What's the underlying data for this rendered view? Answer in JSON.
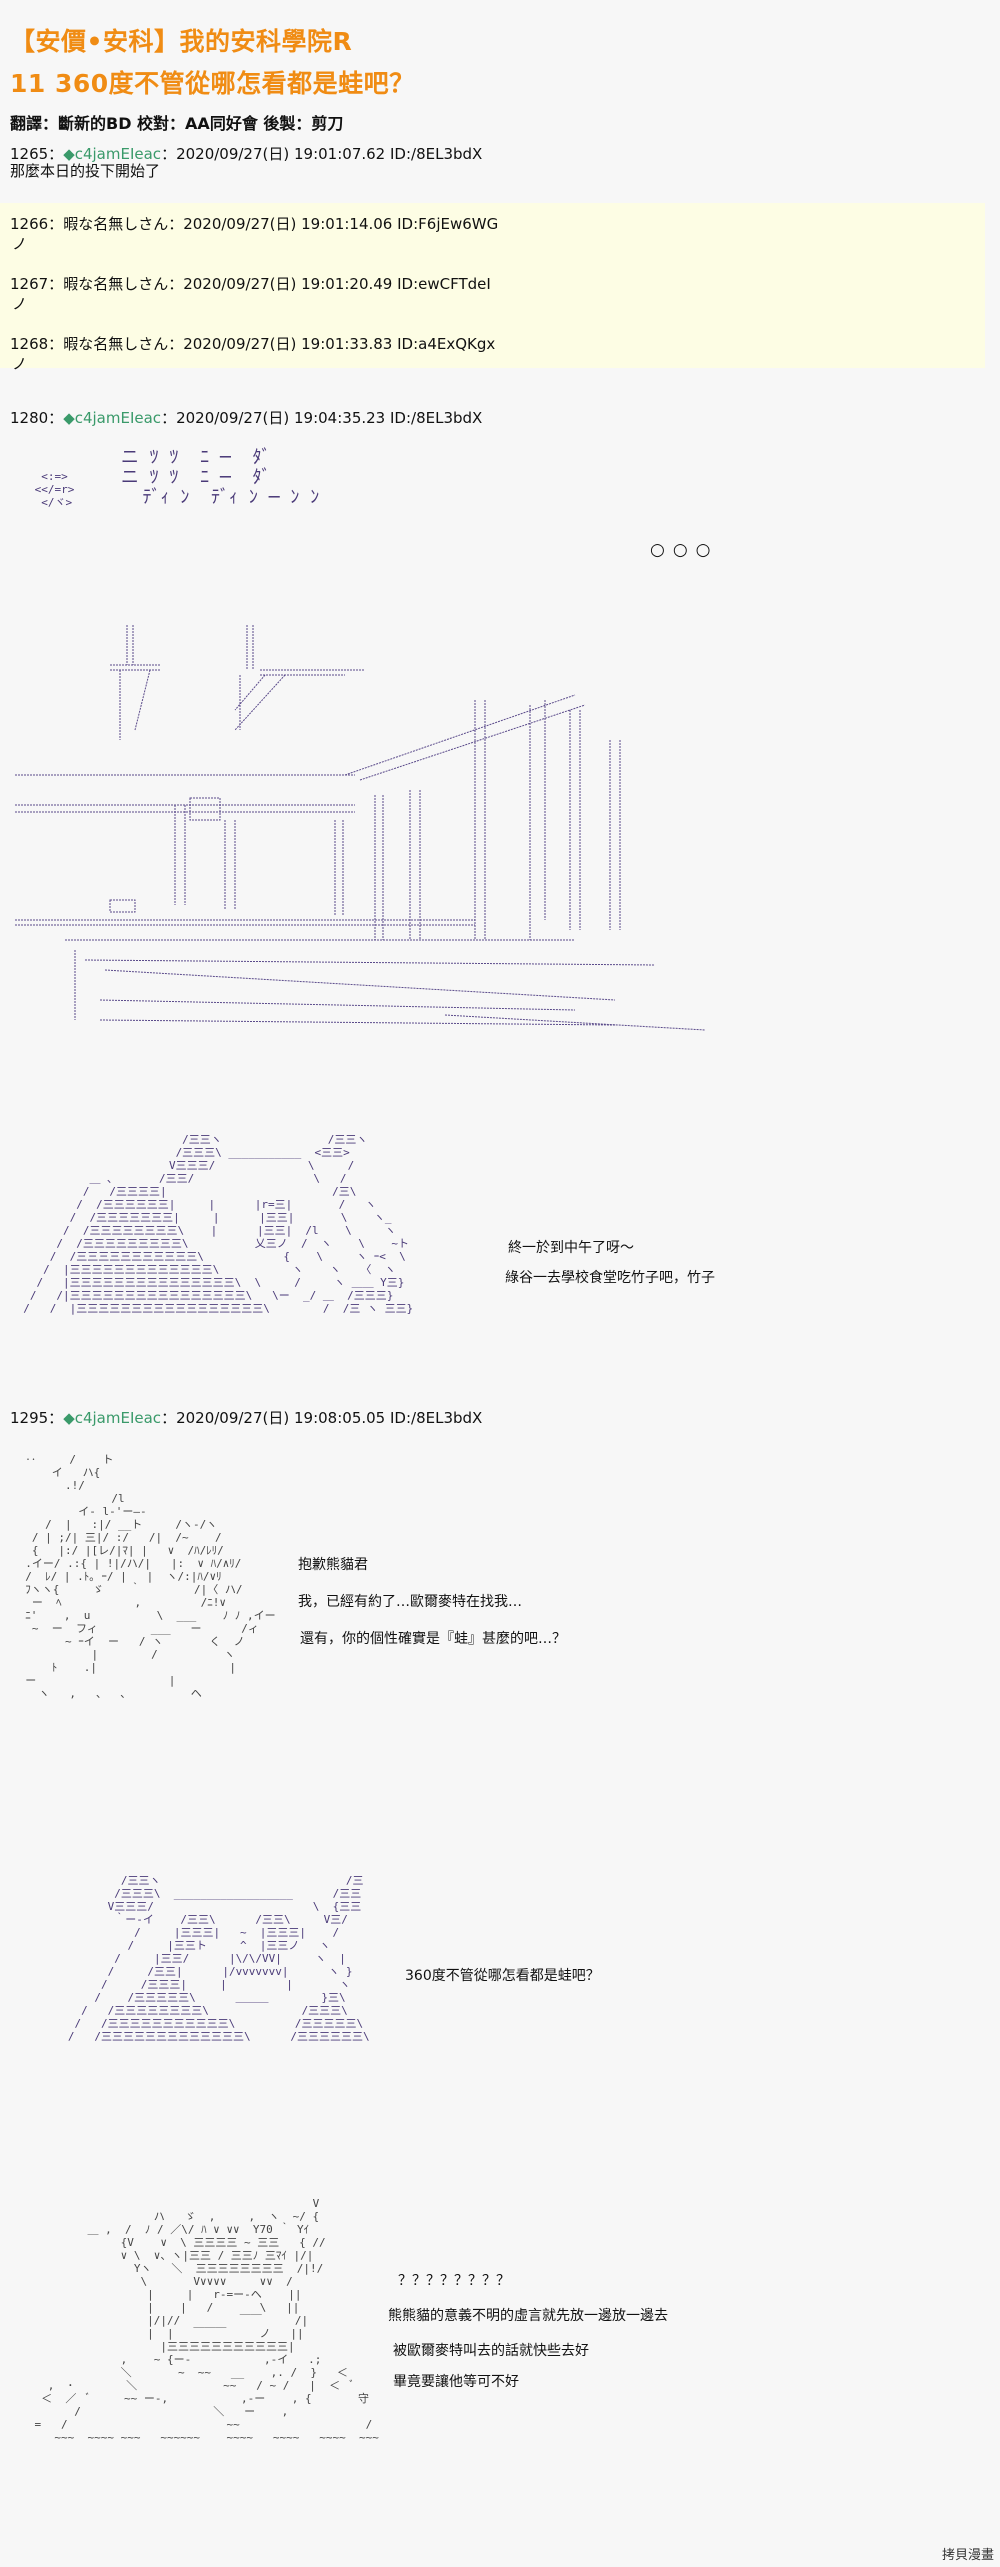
{
  "header": {
    "title_line1": "【安價•安科】我的安科學院R",
    "title_line2": "11 360度不管從哪怎看都是蛙吧？",
    "credits": "翻譯：斷新的BD 校對：AA同好會 後製：剪刀"
  },
  "posts": [
    {
      "num": "1265：",
      "name": "◆c4jamEIeac",
      "meta": "：2020/09/27(日) 19:01:07.62 ID:/8EL3bdX",
      "text": "那麼本日的投下開始了"
    },
    {
      "num": "1266：",
      "name": "暇な名無しさん",
      "meta": "：2020/09/27(日) 19:01:14.06 ID:F6jEw6WG",
      "text": "ノ"
    },
    {
      "num": "1267：",
      "name": "暇な名無しさん",
      "meta": "：2020/09/27(日) 19:01:20.49 ID:ewCFTdeI",
      "text": "ノ"
    },
    {
      "num": "1268：",
      "name": "暇な名無しさん",
      "meta": "：2020/09/27(日) 19:01:33.83 ID:a4ExQKgx",
      "text": "ノ"
    },
    {
      "num": "1280：",
      "name": "◆c4jamEIeac",
      "meta": "：2020/09/27(日) 19:04:35.23 ID:/8EL3bdX"
    },
    {
      "num": "1295：",
      "name": "◆c4jamEIeac",
      "meta": "：2020/09/27(日) 19:08:05.05 ID:/8EL3bdX"
    }
  ],
  "dialogs": {
    "d1": "終一於到中午了呀～",
    "d2": "綠谷一去學校食堂吃竹子吧，竹子",
    "d3": "抱歉熊貓君",
    "d4": "我，已經有約了…歐爾麥特在找我…",
    "d5": "還有，你的個性確實是『蛙』甚麼的吧…？",
    "d6": "360度不管從哪怎看都是蛙吧？",
    "d7": "？？？？？？？？",
    "d8": "熊熊貓的意義不明的虛言就先放一邊放一邊去",
    "d9": "被歐爾麥特叫去的話就快些去好",
    "d10": "畢竟要讓他等可不好"
  },
  "watermark": "拷貝漫畫"
}
